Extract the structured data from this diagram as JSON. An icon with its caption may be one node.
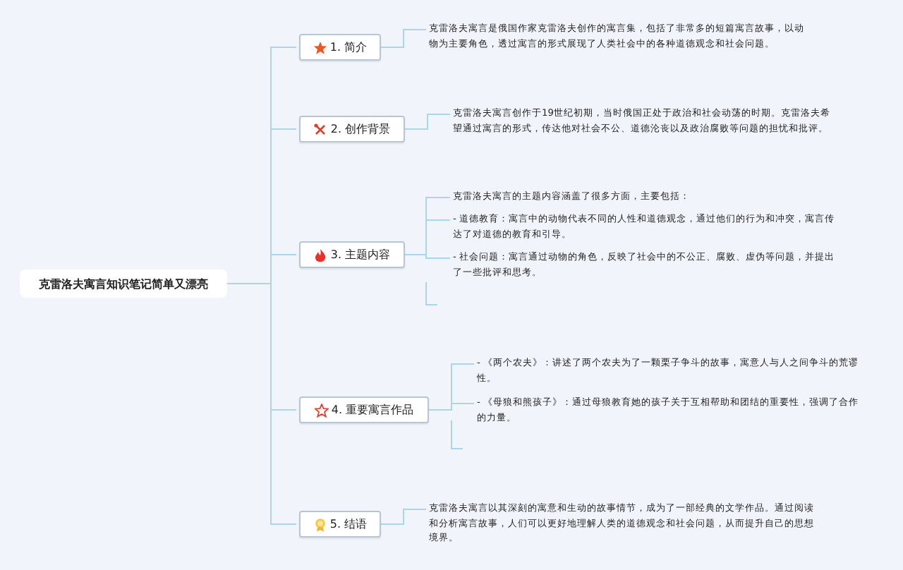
{
  "diagram": {
    "nodes": [
      {
        "text": [
          "克雷洛夫寓言知识笔记简单又漂亮"
        ]
      },
      {
        "text": [
          "1. 简介"
        ]
      },
      {
        "text": [
          "克雷洛夫寓言是俄国作家克雷洛夫创作的寓言集，包括了非常多的短篇寓言故事，以动物为主要角色，透过寓言的形式展现了人类社会中的各种道德观念和社会问题。"
        ]
      },
      {
        "text": [
          "2. 创作背景"
        ]
      },
      {
        "text": [
          "克雷洛夫寓言创作于19世纪初期，当时俄国正处于政治和社会动荡的时期。克雷洛夫希望通过寓言的形式，传达他对社会不公、道德沦丧以及政治腐败等问题的担忧和批评。"
        ]
      },
      {
        "text": [
          "3. 主题内容"
        ]
      },
      {
        "text": [
          "克雷洛夫寓言的主题内容涵盖了很多方面，主要包括："
        ]
      },
      {
        "text": [
          "- 道德教育：寓言中的动物代表不同的人性和道德观念，通过他们的行为和冲突，寓言传达了对道德的教育和引导。"
        ]
      },
      {
        "text": [
          "- 社会问题：寓言通过动物的角色，反映了社会中的不公正、腐败、虚伪等问题，并提出了一些批评和思考。"
        ]
      },
      {
        "text": [
          "4. 重要寓言作品"
        ]
      },
      {
        "text": [
          "- 《两个农夫》：讲述了两个农夫为了一颗栗子争斗的故事，寓意人与人之间争斗的荒谬性。"
        ]
      },
      {
        "text": [
          "- 《母狼和熊孩子》：通过母狼教育她的孩子关于互相帮助和团结的重要性，强调了合作的力量。"
        ]
      },
      {
        "text": [
          "5. 结语"
        ]
      },
      {
        "text": [
          "克雷洛夫寓言以其深刻的寓意和生动的故事情节，成为了一部经典的文学作品。通过阅读和分析寓言故事，人们可以更好地理解人类的道德观念和社会问题，从而提升自己的思想境界。"
        ]
      }
    ],
    "edges": [
      {
        "from": 0,
        "to": 1,
        "arrow": "none"
      },
      {
        "from": 0,
        "to": 3,
        "arrow": "none"
      },
      {
        "from": 0,
        "to": 5,
        "arrow": "none"
      },
      {
        "from": 0,
        "to": 9,
        "arrow": "none"
      },
      {
        "from": 0,
        "to": 12,
        "arrow": "none"
      },
      {
        "from": 1,
        "to": 2,
        "arrow": "none"
      },
      {
        "from": 3,
        "to": 4,
        "arrow": "none"
      },
      {
        "from": 5,
        "to": 6,
        "arrow": "none"
      },
      {
        "from": 5,
        "to": 7,
        "arrow": "none"
      },
      {
        "from": 5,
        "to": 8,
        "arrow": "none"
      },
      {
        "from": 9,
        "to": 10,
        "arrow": "none"
      },
      {
        "from": 9,
        "to": 11,
        "arrow": "none"
      },
      {
        "from": 12,
        "to": 13,
        "arrow": "none"
      }
    ]
  }
}
